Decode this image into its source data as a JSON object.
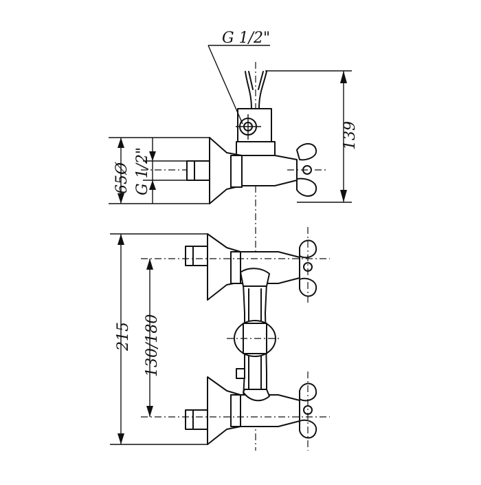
{
  "diagram": {
    "thread_top": "G 1/2\"",
    "dim_height_top": "139",
    "dim_diameter": "65Ø",
    "thread_side": "G 1/2\"",
    "dim_total_height": "215",
    "dim_centers": "130/180"
  }
}
